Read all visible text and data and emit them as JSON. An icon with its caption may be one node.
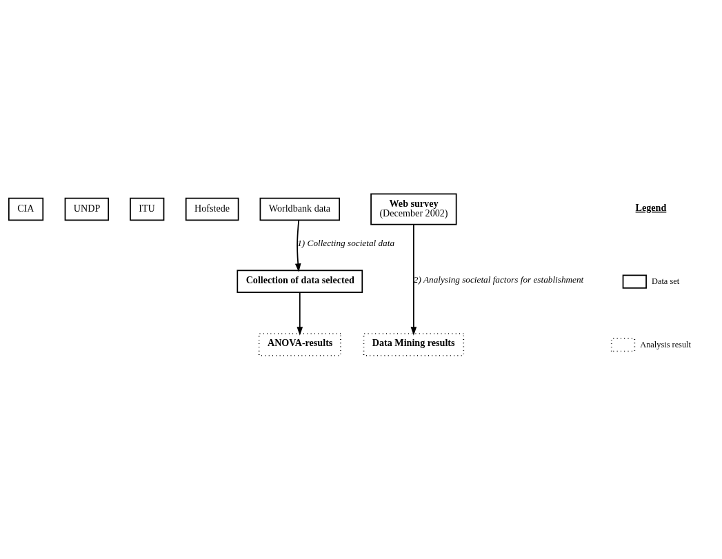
{
  "diagram": {
    "nodes": [
      {
        "text": [
          "CIA"
        ]
      },
      {
        "text": [
          "UNDP"
        ]
      },
      {
        "text": [
          "ITU"
        ]
      },
      {
        "text": [
          "Hofstede"
        ]
      },
      {
        "text": [
          "Worldbank data"
        ]
      },
      {
        "text": [
          "Web survey",
          "(December 2002)"
        ]
      },
      {
        "text": [
          "Collection of data selected"
        ]
      },
      {
        "text": [
          "ANOVA-results"
        ]
      },
      {
        "text": [
          "Data Mining results"
        ]
      }
    ],
    "edges": [
      {
        "from": 4,
        "to": 6,
        "arrow": "to",
        "label": "1) Collecting societal data"
      },
      {
        "from": 6,
        "to": 7,
        "arrow": "to"
      },
      {
        "from": 5,
        "to": 8,
        "arrow": "to",
        "label": "2) Analysing societal factors for establishment"
      }
    ],
    "labels": [
      "Legend"
    ],
    "legend": [
      {
        "text": "Data set"
      },
      {
        "text": "Analysis result"
      }
    ]
  }
}
